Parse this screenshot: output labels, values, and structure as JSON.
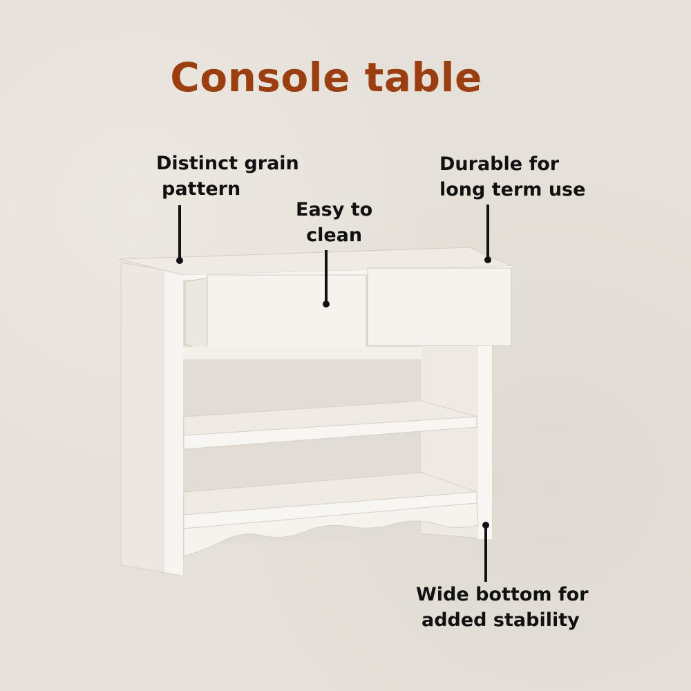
{
  "title": "Console table",
  "callouts": {
    "grain": {
      "line1": "Distinct grain",
      "line2": "pattern"
    },
    "clean": {
      "line1": "Easy to",
      "line2": "clean"
    },
    "durable": {
      "line1": "Durable for",
      "line2": "long term use"
    },
    "stable": {
      "line1": "Wide bottom for",
      "line2": "added stability"
    }
  },
  "colors": {
    "background": "#e6e1d8",
    "title": "#9b3e12",
    "text": "#111111",
    "furniture": "#f4f1ec"
  }
}
